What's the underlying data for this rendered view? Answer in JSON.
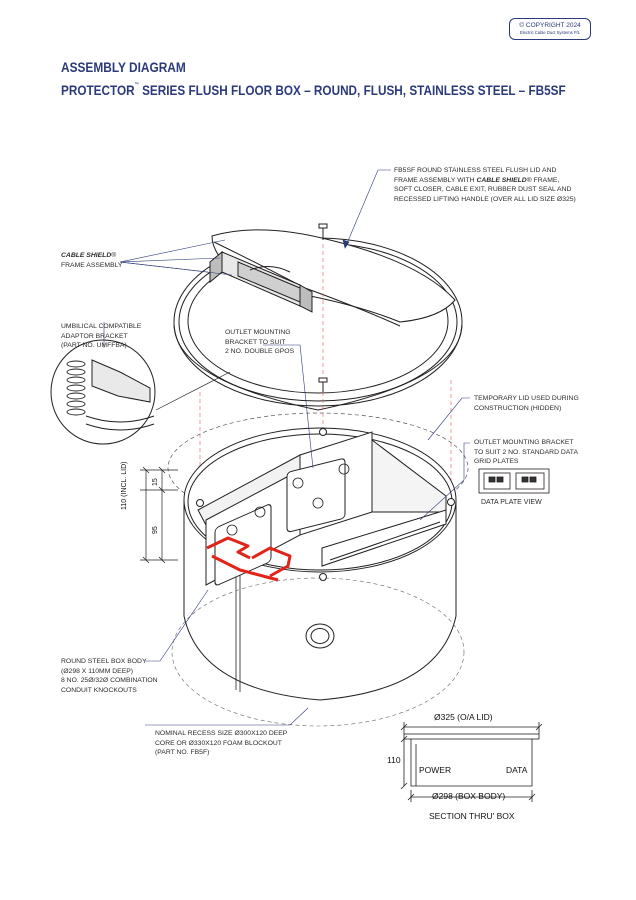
{
  "copyright": {
    "line1": "© COPYRIGHT 2024",
    "line2": "Electric Cable Duct Systems P/L"
  },
  "heading": {
    "title": "ASSEMBLY DIAGRAM",
    "subtitle_pre": "PROTECTOR",
    "subtitle_tm": "™",
    "subtitle_post": " SERIES FLUSH FLOOR BOX – ROUND, FLUSH, STAINLESS STEEL – FB5SF"
  },
  "callouts": {
    "lid": {
      "l1": "FB5SF ROUND STAINLESS STEEL FLUSH LID AND",
      "l2a": "FRAME ASSEMBLY WITH ",
      "l2b": "CABLE SHIELD",
      "l2c": "® FRAME,",
      "l3": "SOFT CLOSER, CABLE EXIT, RUBBER DUST SEAL AND",
      "l4": "RECESSED LIFTING HANDLE (OVER ALL LID SIZE ø325)"
    },
    "cable_shield": {
      "l1": "CABLE SHIELD",
      "l1b": "®",
      "l2": "FRAME ASSEMBLY"
    },
    "umbilical": {
      "l1": "UMBILICAL COMPATIBLE",
      "l2": "ADAPTOR BRACKET",
      "l3": "(PART No. UMFFBA)"
    },
    "outlet_gpo": {
      "l1": "OUTLET MOUNTING",
      "l2": "BRACKET TO SUIT",
      "l3": "2 No. DOUBLE GPOs"
    },
    "temp_lid": {
      "l1": "TEMPORARY LID USED DURING",
      "l2": "CONSTRUCTION (HIDDEN)"
    },
    "outlet_data": {
      "l1": "OUTLET MOUNTING BRACKET",
      "l2": "TO SUIT 2 No. STANDARD DATA",
      "l3": "GRID PLATES"
    },
    "data_plate_view": "DATA PLATE VIEW",
    "box_body": {
      "l1": "ROUND STEEL BOX BODY",
      "l2": "(ø298 X 110mm  DEEP)",
      "l3": "8 No. 25ø/32ø COMBINATION",
      "l4": "CONDUIT KNOCKOUTS"
    },
    "recess": {
      "l1": "NOMINAL RECESS SIZE ø300x120 DEEP",
      "l2": "CORE OR ø330X120 FOAM BLOCKOUT",
      "l3": "(PART No. FB5F)"
    }
  },
  "dimensions": {
    "d110_incl": "110",
    "d110_incl_note": "(INCL. LID)",
    "d15": "15",
    "d95": "95",
    "lid_dia": "Ø325 (O/A LID)",
    "depth": "110",
    "power": "POWER",
    "data": "DATA",
    "body_dia": "Ø298 (BOX BODY)",
    "section": "SECTION THRU' BOX"
  },
  "colors": {
    "brand": "#2b3a7a",
    "accent_red": "#e2231a",
    "guide_red": "#e05a5a",
    "leader_blue": "#2b3a7a"
  }
}
